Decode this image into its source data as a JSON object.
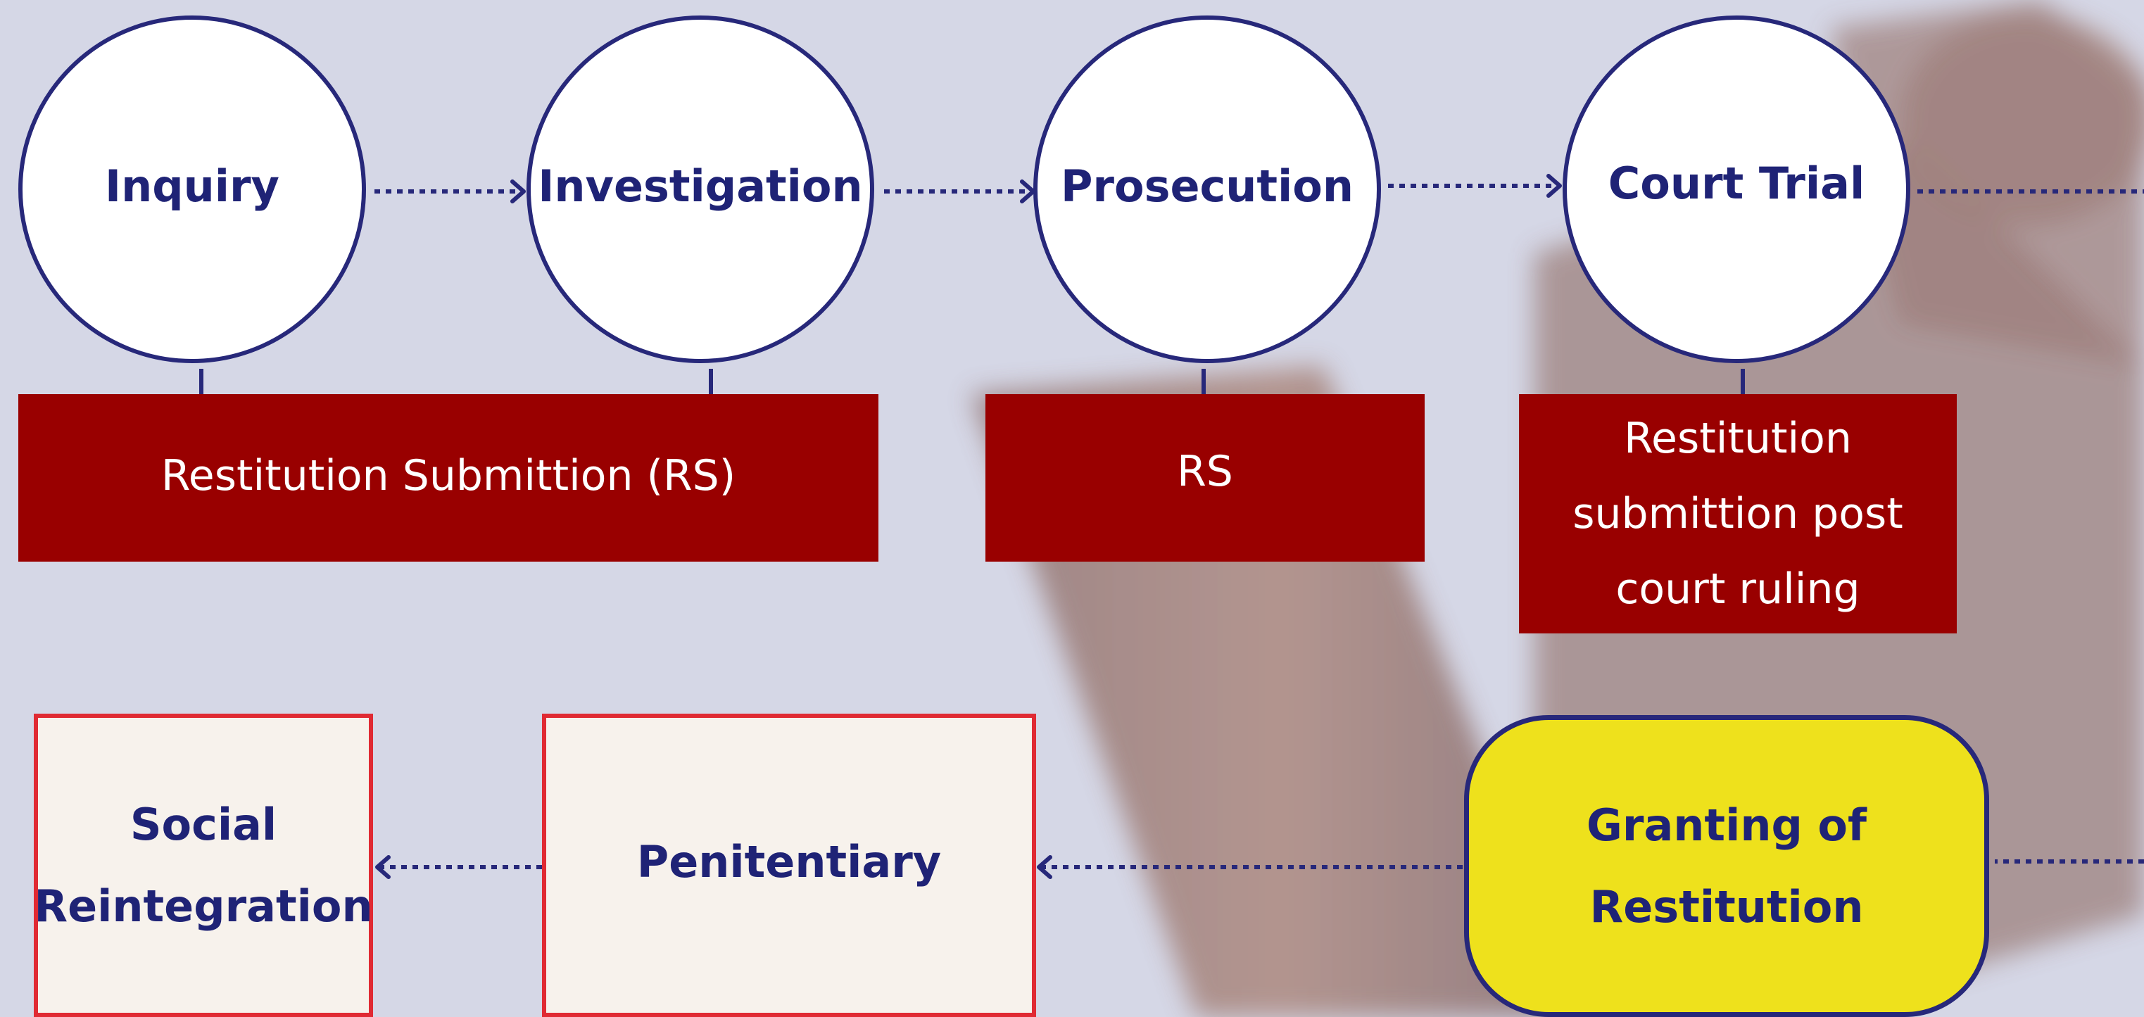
{
  "stages": [
    "Inquiry",
    "Investigation",
    "Prosecution",
    "Court Trial"
  ],
  "submissions": {
    "rs_full": "Restitution Submittion (RS)",
    "rs_short": "RS",
    "post_ruling": [
      "Restitution",
      "submittion post",
      "court ruling"
    ]
  },
  "outcomes": {
    "granting": [
      "Granting of",
      "Restitution"
    ],
    "penitentiary": "Penitentiary",
    "social": [
      "Social",
      "Reintegration"
    ]
  },
  "colors": {
    "navy": "#27287a",
    "dark_red": "#990000",
    "yellow": "#eee11c",
    "box_red_border": "#e02a33",
    "background": "#d5d7e6"
  }
}
